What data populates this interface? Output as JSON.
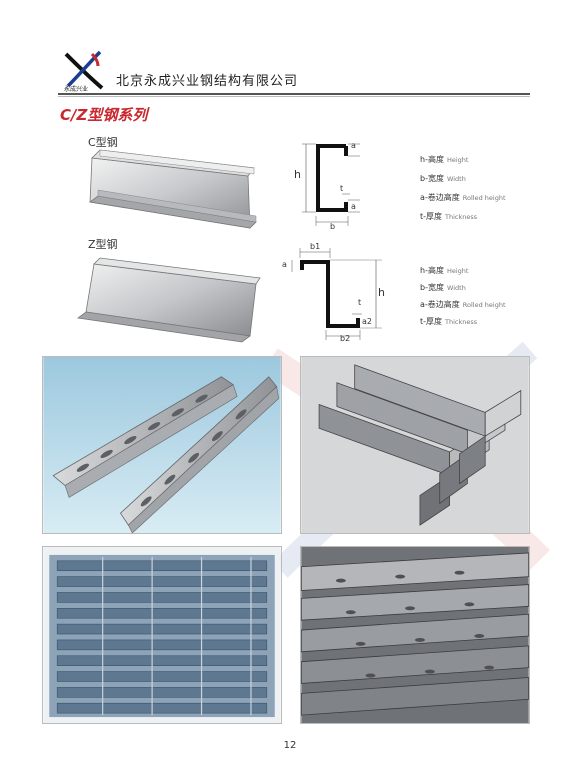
{
  "header": {
    "company": "北京永成兴业钢结构有限公司",
    "logo_text": "永成兴业"
  },
  "section_title": "C/Z型钢系列",
  "c_section": {
    "label": "C型钢",
    "dims": [
      {
        "zh": "h-高度",
        "en": "Height"
      },
      {
        "zh": "b-宽度",
        "en": "Width"
      },
      {
        "zh": "a-卷边高度",
        "en": "Rolled height"
      },
      {
        "zh": "t-厚度",
        "en": "Thickness"
      }
    ],
    "diagram_labels": {
      "h": "h",
      "a_top": "a",
      "t": "t",
      "a_bottom": "a",
      "b": "b"
    }
  },
  "z_section": {
    "label": "Z型钢",
    "dims": [
      {
        "zh": "h-高度",
        "en": "Height"
      },
      {
        "zh": "b-宽度",
        "en": "Width"
      },
      {
        "zh": "a-卷边高度",
        "en": "Rolled height"
      },
      {
        "zh": "t-厚度",
        "en": "Thickness"
      }
    ],
    "diagram_labels": {
      "b1": "b1",
      "a": "a",
      "h": "h",
      "t": "t",
      "a2": "a2",
      "b2": "b2"
    }
  },
  "photos": [
    "slotted-c-channel-photo",
    "z-purlin-stack-photo",
    "c-purlin-stack-photo",
    "z-purlin-pile-photo"
  ],
  "page_number": "12"
}
